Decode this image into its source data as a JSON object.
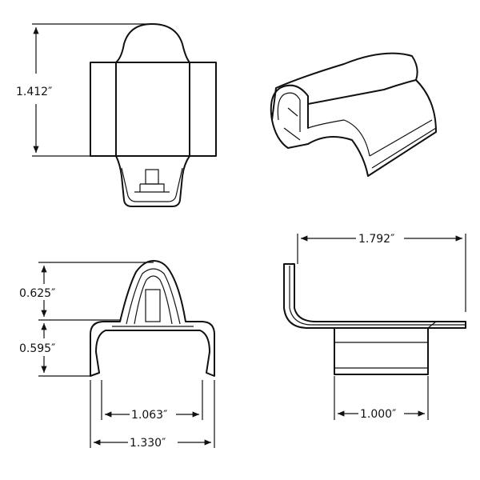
{
  "dimensions": {
    "height_front": "1.412″",
    "upper_height_end": "0.625″",
    "lower_height_end": "0.595″",
    "inner_width": "1.063″",
    "outer_width": "1.330″",
    "length_side": "1.792″",
    "base_width_side": "1.000″"
  }
}
